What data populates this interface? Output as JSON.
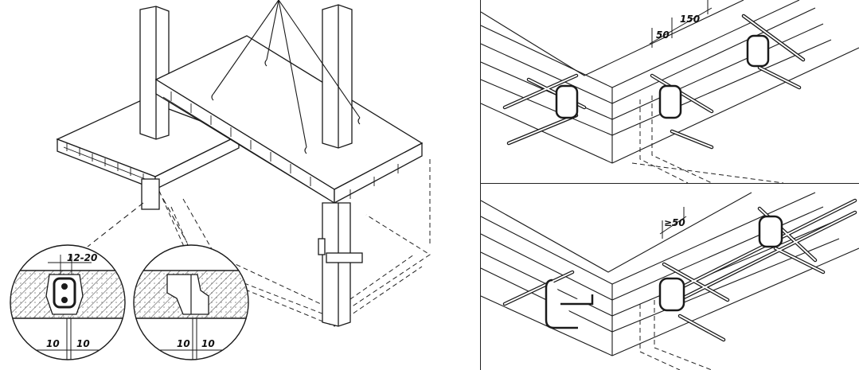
{
  "detail_left": {
    "gap_label": "12-20",
    "dim_left": "10",
    "dim_right": "10"
  },
  "detail_right": {
    "dim_left": "10",
    "dim_right": "10"
  },
  "top_right": {
    "dim_a": "50",
    "dim_b": "150"
  },
  "bottom_right": {
    "dim_min": "≥50"
  },
  "colors": {
    "ink": "#1a1a1a",
    "paper": "#ffffff",
    "hatch": "#555555"
  }
}
